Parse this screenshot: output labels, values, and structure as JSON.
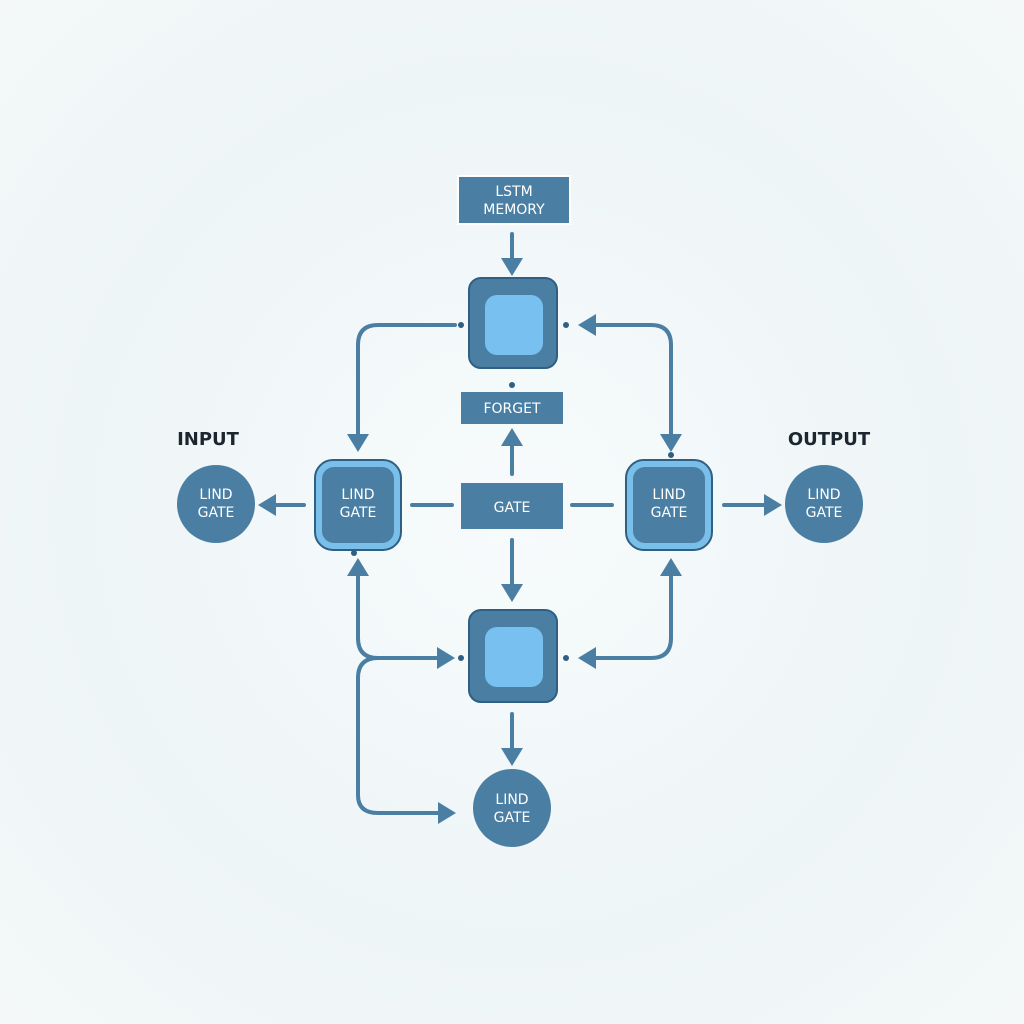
{
  "labels": {
    "memory_line1": "LSTM",
    "memory_line2": "MEMORY",
    "forget": "FORGET",
    "gate": "GATE",
    "input_title": "INPUT",
    "output_title": "OUTPUT"
  },
  "gate_nodes": {
    "left_circle": {
      "line1": "LIND",
      "line2": "GATE"
    },
    "left_box": {
      "line1": "LIND",
      "line2": "GATE"
    },
    "right_box": {
      "line1": "LIND",
      "line2": "GATE"
    },
    "right_circle": {
      "line1": "LIND",
      "line2": "GATE"
    },
    "bottom_circle": {
      "line1": "LIND",
      "line2": "GATE"
    }
  },
  "colors": {
    "node_dark": "#4a7fa3",
    "node_inner": "#6cb8e8",
    "node_light": "#79bfe9",
    "outline": "#2f5f82",
    "edge": "#4a7fa3"
  }
}
